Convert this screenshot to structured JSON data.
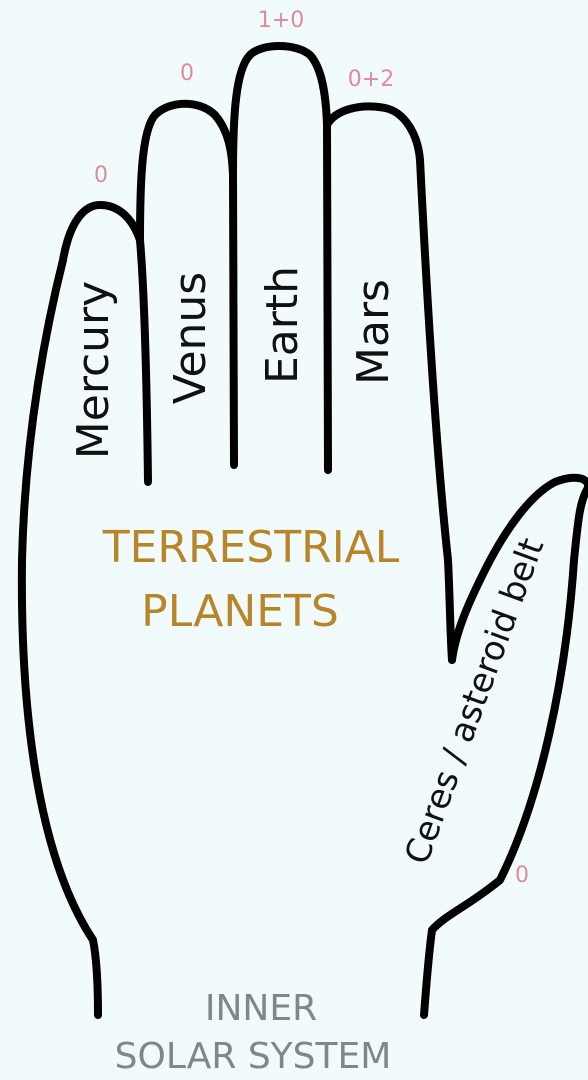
{
  "colors": {
    "background": "#f2fbfc",
    "outline": "#000000",
    "finger_text": "#111111",
    "count_text": "#e08a9c",
    "title_text": "#b8862a",
    "footer_text": "#7d878c"
  },
  "fingers": [
    {
      "label": "Mercury",
      "count": "0"
    },
    {
      "label": "Venus",
      "count": "0"
    },
    {
      "label": "Earth",
      "count": "1+0"
    },
    {
      "label": "Mars",
      "count": "0+2"
    }
  ],
  "thumb": {
    "label": "Ceres / asteroid belt",
    "count": "0"
  },
  "title": {
    "line1": "TERRESTRIAL",
    "line2": "PLANETS"
  },
  "footer": {
    "line1": "INNER",
    "line2": "SOLAR SYSTEM"
  }
}
